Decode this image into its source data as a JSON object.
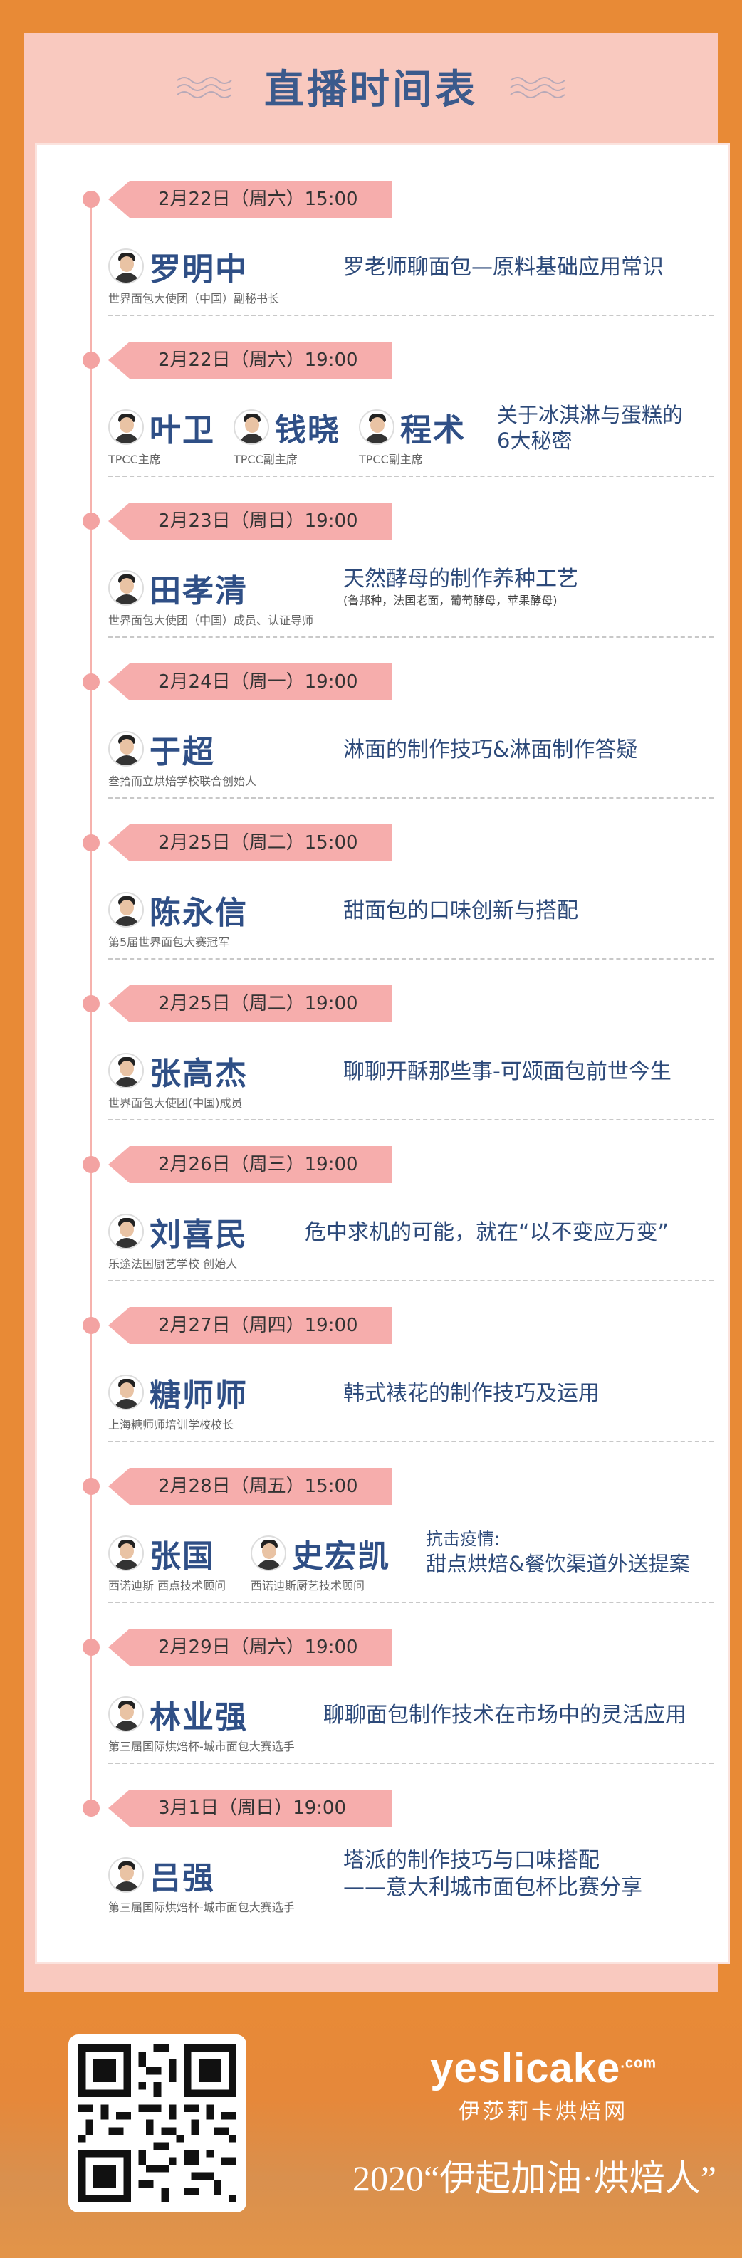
{
  "header": {
    "title": "直播时间表"
  },
  "events": [
    {
      "date": "2月22日（周六）15:00",
      "people": [
        {
          "name": "罗明中",
          "role": "世界面包大使团（中国）副秘书长"
        }
      ],
      "topic": "罗老师聊面包—原料基础应用常识"
    },
    {
      "date": "2月22日（周六）19:00",
      "people": [
        {
          "name": "叶卫",
          "role": "TPCC主席"
        },
        {
          "name": "钱晓",
          "role": "TPCC副主席"
        },
        {
          "name": "程术",
          "role": "TPCC副主席"
        }
      ],
      "topic_line1": "关于冰淇淋与蛋糕的",
      "topic_line2": "6大秘密"
    },
    {
      "date": "2月23日（周日）19:00",
      "people": [
        {
          "name": "田孝清",
          "role": "世界面包大使团（中国）成员、认证导师"
        }
      ],
      "topic": "天然酵母的制作养种工艺",
      "topic_note": "(鲁邦种，法国老面，葡萄酵母，苹果酵母)"
    },
    {
      "date": "2月24日（周一）19:00",
      "people": [
        {
          "name": "于超",
          "role": "叁拾而立烘焙学校联合创始人"
        }
      ],
      "topic": "淋面的制作技巧&淋面制作答疑"
    },
    {
      "date": "2月25日（周二）15:00",
      "people": [
        {
          "name": "陈永信",
          "role": "第5届世界面包大赛冠军"
        }
      ],
      "topic": "甜面包的口味创新与搭配"
    },
    {
      "date": "2月25日（周二）19:00",
      "people": [
        {
          "name": "张高杰",
          "role": "世界面包大使团(中国)成员"
        }
      ],
      "topic": "聊聊开酥那些事-可颂面包前世今生"
    },
    {
      "date": "2月26日（周三）19:00",
      "people": [
        {
          "name": "刘喜民",
          "role": "乐途法国厨艺学校 创始人"
        }
      ],
      "topic": "危中求机的可能，就在“以不变应万变”"
    },
    {
      "date": "2月27日（周四）19:00",
      "people": [
        {
          "name": "糖师师",
          "role": "上海糖师师培训学校校长"
        }
      ],
      "topic": "韩式裱花的制作技巧及运用"
    },
    {
      "date": "2月28日（周五）15:00",
      "people": [
        {
          "name": "张国",
          "role": "西诺迪斯 西点技术顾问"
        },
        {
          "name": "史宏凯",
          "role": "西诺迪斯厨艺技术顾问"
        }
      ],
      "topic_line1": "抗击疫情:",
      "topic_line2": "甜点烘焙&餐饮渠道外送提案"
    },
    {
      "date": "2月29日（周六）19:00",
      "people": [
        {
          "name": "林业强",
          "role": "第三届国际烘焙杯-城市面包大赛选手"
        }
      ],
      "topic": "聊聊面包制作技术在市场中的灵活应用"
    },
    {
      "date": "3月1日（周日）19:00",
      "people": [
        {
          "name": "吕强",
          "role": "第三届国际烘焙杯-城市面包大赛选手"
        }
      ],
      "topic_line1": "塔派的制作技巧与口味搭配",
      "topic_line2": "——意大利城市面包杯比赛分享"
    }
  ],
  "footer": {
    "brand_logo": "yeslicake",
    "brand_com": ".com",
    "brand_cn": "伊莎莉卡烘焙网",
    "slogan": "2020“伊起加油·烘焙人”",
    "qr_icon": "qr-code-icon"
  },
  "colors": {
    "background": "#e88a36",
    "pink_frame": "#f9c9bf",
    "date_tag": "#f6adac",
    "name_blue": "#2f4f86"
  }
}
